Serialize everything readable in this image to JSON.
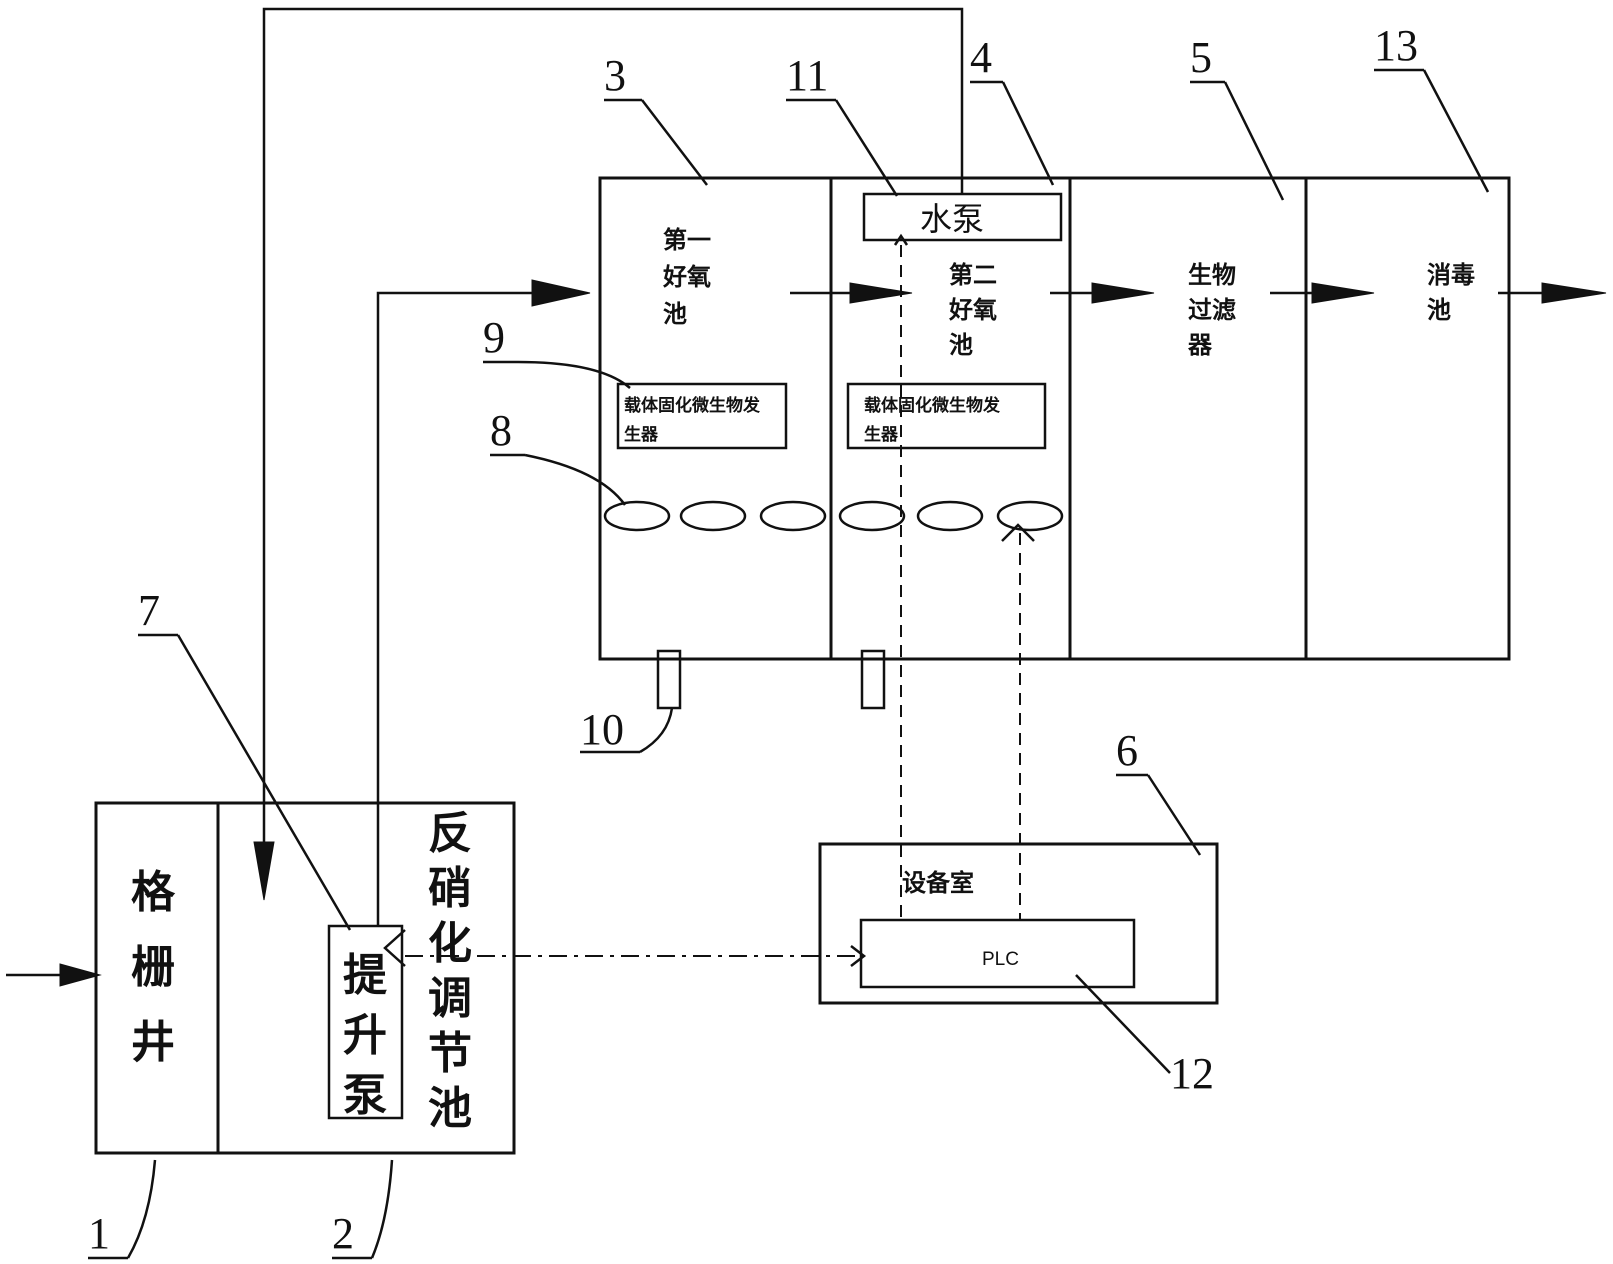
{
  "units": {
    "grating_well": [
      "格",
      "栅",
      "井"
    ],
    "denitrification_tank": [
      "反",
      "硝",
      "化",
      "调",
      "节",
      "池"
    ],
    "lift_pump": [
      "提",
      "升",
      "泵"
    ],
    "aerobic_tank_1": [
      "第一",
      "好氧",
      "池"
    ],
    "aerobic_tank_2": [
      "第二",
      "好氧",
      "池"
    ],
    "water_pump": "水泵",
    "bio_filter": [
      "生物",
      "过滤",
      "器"
    ],
    "disinfection_tank": [
      "消毒",
      "池"
    ],
    "equipment_room": "设备室",
    "plc": "PLC",
    "generator_1": [
      "载体固化微生物发",
      "生器"
    ],
    "generator_2": [
      "载体固化微生物发",
      "生器"
    ]
  },
  "ref_numbers": {
    "n1": "1",
    "n2": "2",
    "n3": "3",
    "n4": "4",
    "n5": "5",
    "n6": "6",
    "n7": "7",
    "n8": "8",
    "n9": "9",
    "n10": "10",
    "n11": "11",
    "n12": "12",
    "n13": "13"
  }
}
